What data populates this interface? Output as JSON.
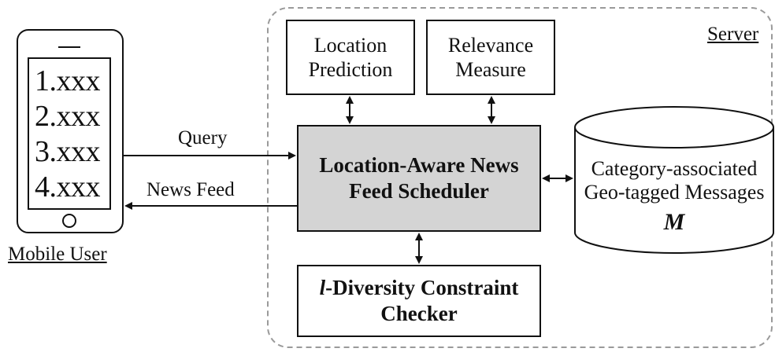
{
  "mobile": {
    "items": [
      "1.xxx",
      "2.xxx",
      "3.xxx",
      "4.xxx"
    ],
    "label": "Mobile User"
  },
  "server": {
    "label": "Server"
  },
  "edges": {
    "query": "Query",
    "news_feed": "News Feed"
  },
  "nodes": {
    "location_prediction": "Location\nPrediction",
    "relevance_measure": "Relevance\nMeasure",
    "scheduler": "Location-Aware News\nFeed Scheduler",
    "checker_prefix": "l",
    "checker_rest": "-Diversity Constraint\nChecker"
  },
  "database": {
    "label": "Category-associated\nGeo-tagged Messages",
    "symbol": "M"
  },
  "colors": {
    "scheduler_fill": "#d4d4d4",
    "stroke": "#111111",
    "dashed_border": "#9a9a9a"
  }
}
